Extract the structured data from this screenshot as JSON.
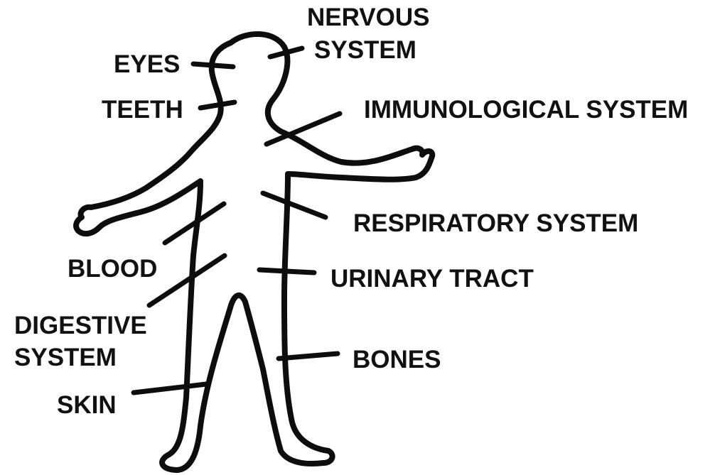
{
  "labels": {
    "nervous_line1": "NERVOUS",
    "nervous_line2": "SYSTEM",
    "eyes": "EYES",
    "teeth": "TEETH",
    "immunological": "IMMUNOLOGICAL SYSTEM",
    "respiratory": "RESPIRATORY SYSTEM",
    "blood": "BLOOD",
    "urinary": "URINARY TRACT",
    "digestive_line1": "DIGESTIVE",
    "digestive_line2": "SYSTEM",
    "bones": "BONES",
    "skin": "SKIN"
  },
  "colors": {
    "ink": "#0d0d0d",
    "background": "#ffffff"
  }
}
